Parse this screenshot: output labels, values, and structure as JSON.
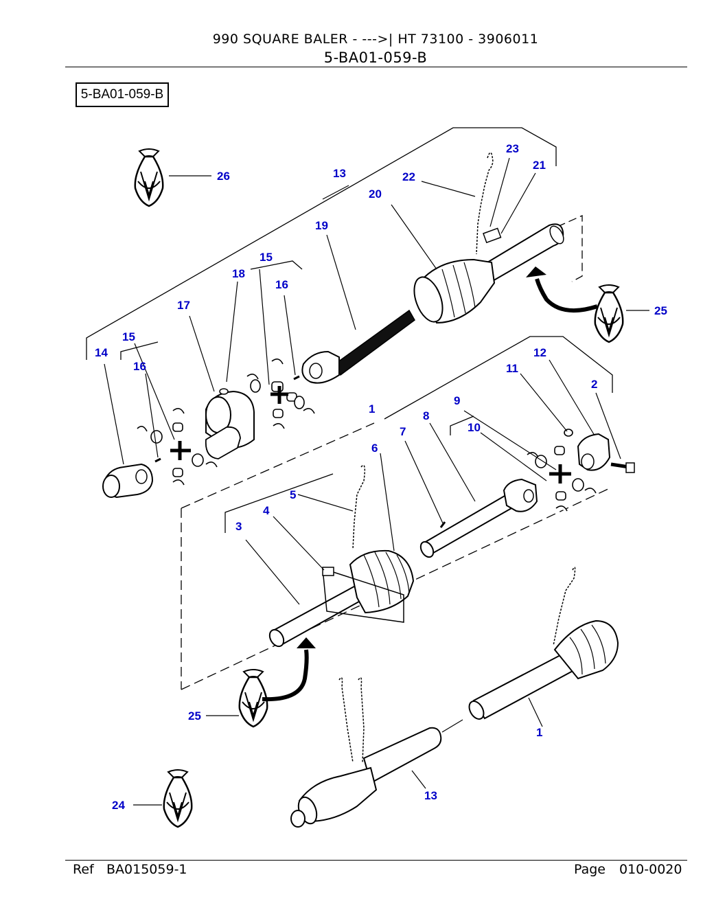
{
  "header": {
    "title": "990  SQUARE BALER  -  --->| HT 73100 - 3906011",
    "subtitle": "5-BA01-059-B"
  },
  "diagram": {
    "box_label": "5-BA01-059-B",
    "callouts": [
      "26",
      "13",
      "22",
      "23",
      "21",
      "20",
      "19",
      "15",
      "18",
      "16",
      "17",
      "25",
      "15",
      "14",
      "16",
      "12",
      "11",
      "2",
      "1",
      "9",
      "8",
      "10",
      "7",
      "6",
      "5",
      "4",
      "3",
      "25",
      "1",
      "13",
      "24"
    ]
  },
  "footer": {
    "ref_label": "Ref",
    "ref_value": "BA015059-1",
    "page_label": "Page",
    "page_value": "010-0020"
  }
}
